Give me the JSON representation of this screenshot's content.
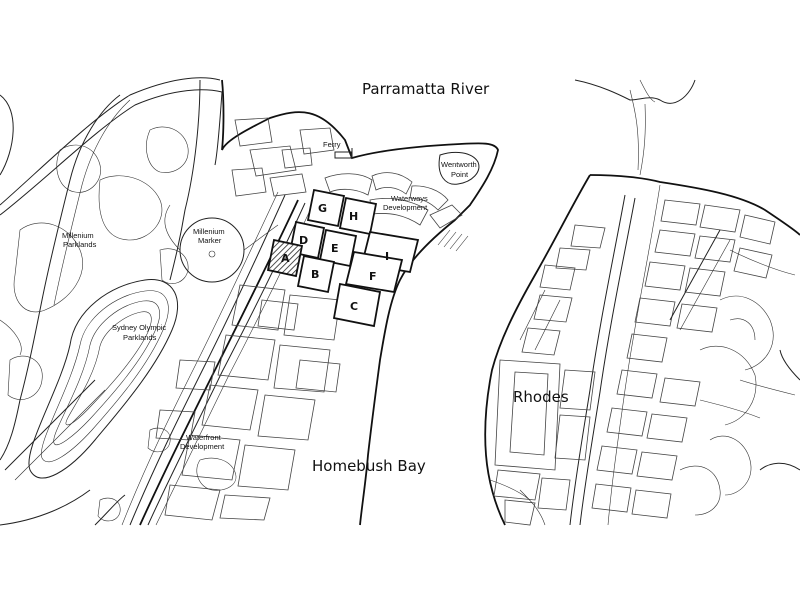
{
  "map": {
    "water_labels": {
      "river": "Parramatta River",
      "bay": "Homebush Bay"
    },
    "suburb_label": "Rhodes",
    "place_labels": {
      "ferry": "Ferry",
      "wentworth_line1": "Wentworth",
      "wentworth_line2": "Point",
      "waterways_line1": "Waterways",
      "waterways_line2": "Development",
      "millenium_marker_line1": "Millenium",
      "millenium_marker_line2": "Marker",
      "millenium_parklands_line1": "Millenium",
      "millenium_parklands_line2": "Parklands",
      "olympic_parklands_line1": "Sydney Olympic",
      "olympic_parklands_line2": "Parklands",
      "waterfront_line1": "Waterfront",
      "waterfront_line2": "Development"
    },
    "lots": {
      "a": "A",
      "b": "B",
      "c": "C",
      "d": "D",
      "e": "E",
      "f": "F",
      "g": "G",
      "h": "H",
      "i": "I"
    },
    "highlighted_lot": "A"
  }
}
